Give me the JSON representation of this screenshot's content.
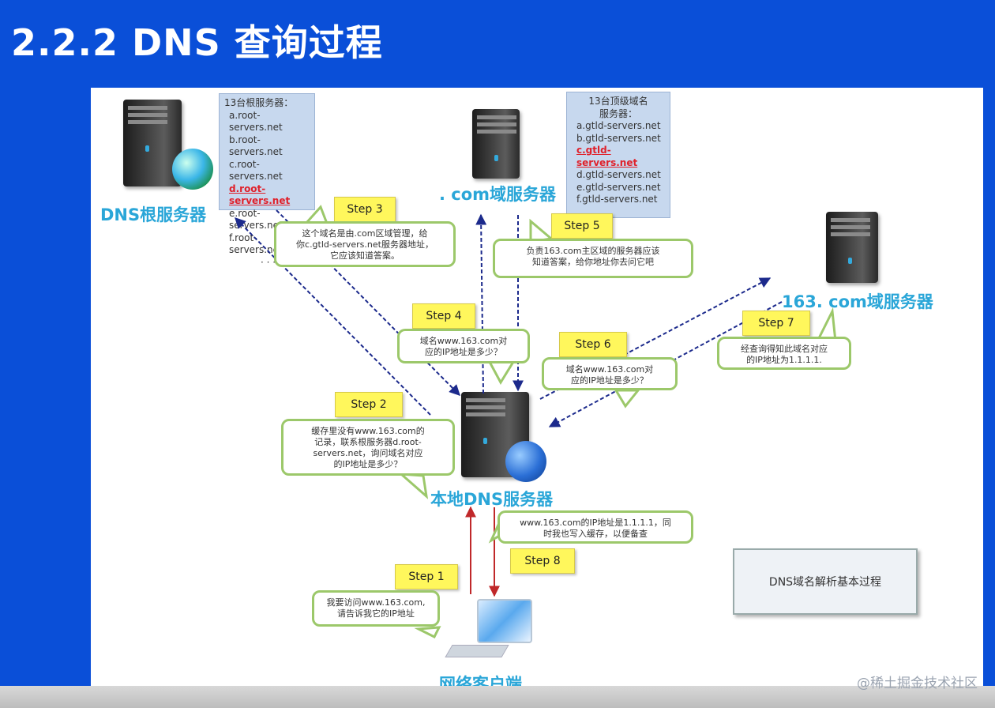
{
  "slide": {
    "title": "2.2.2 DNS 查询过程"
  },
  "nodes": {
    "root_server": "DNS根服务器",
    "com_server": ". com域服务器",
    "domain163_server": "163. com域服务器",
    "local_dns": "本地DNS服务器",
    "client": "网络客户端"
  },
  "root_list": {
    "header": "13台根服务器：",
    "items": [
      "a.root-servers.net",
      "b.root-servers.net",
      "c.root-servers.net",
      "d.root-servers.net",
      "e.root-servers.net",
      "f.root-servers.net",
      "· · ·"
    ],
    "highlight_index": 3
  },
  "tld_list": {
    "header_line1": "13台顶级域名",
    "header_line2": "服务器：",
    "items": [
      "a.gtld-servers.net",
      "b.gtld-servers.net",
      "c.gtld-servers.net",
      "d.gtld-servers.net",
      "e.gtld-servers.net",
      "f.gtld-servers.net"
    ],
    "highlight_index": 2
  },
  "steps": {
    "s1": {
      "label": "Step 1",
      "text": [
        "我要访问www.163.com,",
        "请告诉我它的IP地址"
      ]
    },
    "s2": {
      "label": "Step 2",
      "text": [
        "缓存里没有www.163.com的",
        "记录，联系根服务器d.root-",
        "servers.net，询问域名对应",
        "的IP地址是多少？"
      ]
    },
    "s3": {
      "label": "Step 3",
      "text": [
        "这个域名是由.com区域管理，给",
        "你c.gtld-servers.net服务器地址，",
        "它应该知道答案。"
      ]
    },
    "s4": {
      "label": "Step 4",
      "text": [
        "域名www.163.com对",
        "应的IP地址是多少？"
      ]
    },
    "s5": {
      "label": "Step 5",
      "text": [
        "负责163.com主区域的服务器应该",
        "知道答案，给你地址你去问它吧"
      ]
    },
    "s6": {
      "label": "Step 6",
      "text": [
        "域名www.163.com对",
        "应的IP地址是多少？"
      ]
    },
    "s7": {
      "label": "Step 7",
      "text": [
        "经查询得知此域名对应",
        "的IP地址为1.1.1.1."
      ]
    },
    "s8": {
      "label": "Step 8",
      "text": [
        "www.163.com的IP地址是1.1.1.1，同",
        "时我也写入缓存，以便备查"
      ]
    }
  },
  "note": "DNS域名解析基本过程",
  "watermark": "@稀土掘金技术社区",
  "colors": {
    "background": "#0a4fd8",
    "dashed_arrow": "#1c2a8c",
    "red_arrow": "#c0282a",
    "label": "#2aa6d8",
    "step": "#fff75c",
    "bubble_border": "#9cc86a"
  }
}
